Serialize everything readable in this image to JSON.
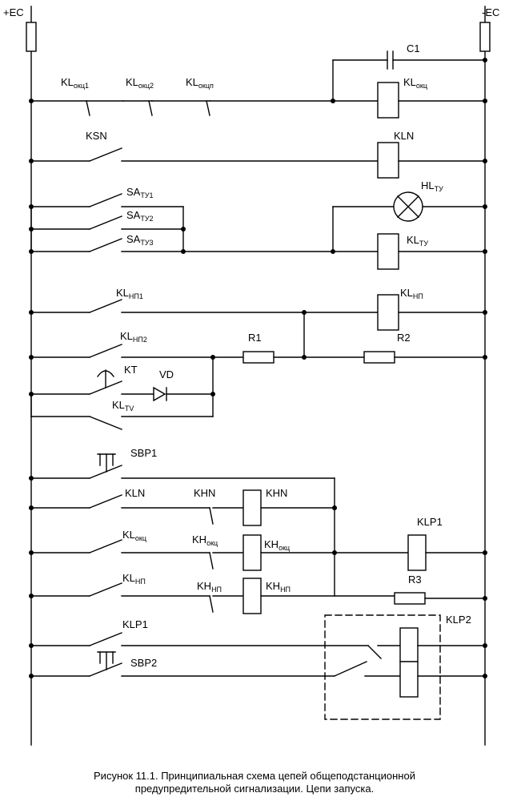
{
  "rails": {
    "plus": "+EC",
    "minus": "-EC"
  },
  "labels": {
    "c1": "C1",
    "kl_okc1": {
      "base": "KL",
      "sub": "окц1"
    },
    "kl_okc2": {
      "base": "KL",
      "sub": "окц2"
    },
    "kl_okcn": {
      "base": "KL",
      "sub": "окцп"
    },
    "kl_okc_coil": {
      "base": "KL",
      "sub": "окц"
    },
    "ksn": "KSN",
    "kln_coil": "KLN",
    "sa_tu1": {
      "base": "SA",
      "sub": "ТУ1"
    },
    "sa_tu2": {
      "base": "SA",
      "sub": "ТУ2"
    },
    "sa_tu3": {
      "base": "SA",
      "sub": "ТУ3"
    },
    "hl_tu": {
      "base": "HL",
      "sub": "ТУ"
    },
    "kl_tu": {
      "base": "KL",
      "sub": "ТУ"
    },
    "kl_np1": {
      "base": "KL",
      "sub": "НП1"
    },
    "kl_np_coil": {
      "base": "KL",
      "sub": "НП"
    },
    "kl_np2": {
      "base": "KL",
      "sub": "НП2"
    },
    "r1": "R1",
    "r2": "R2",
    "kt": "KT",
    "vd": "VD",
    "kl_tv": {
      "base": "KL",
      "sub": "TV"
    },
    "sbp1": "SBP1",
    "kln_contact": "KLN",
    "khn_contact": "KHN",
    "khn_coil": "KHN",
    "kl_okc_contact": {
      "base": "KL",
      "sub": "окц"
    },
    "kh_okc_contact": {
      "base": "KH",
      "sub": "окц"
    },
    "kh_okc_coil": {
      "base": "KH",
      "sub": "окц"
    },
    "klp1_coil": "KLP1",
    "kl_np_contact": {
      "base": "KL",
      "sub": "НП"
    },
    "kh_np_contact": {
      "base": "KH",
      "sub": "НП"
    },
    "kh_np_coil": {
      "base": "KH",
      "sub": "НП"
    },
    "r3": "R3",
    "klp1_contact": "KLP1",
    "klp2": "KLP2",
    "sbp2": "SBP2"
  },
  "caption": {
    "line1": "Рисунок 11.1. Принципиальная схема цепей общеподстанционной",
    "line2": "предупредительной сигнализации. Цепи запуска."
  }
}
